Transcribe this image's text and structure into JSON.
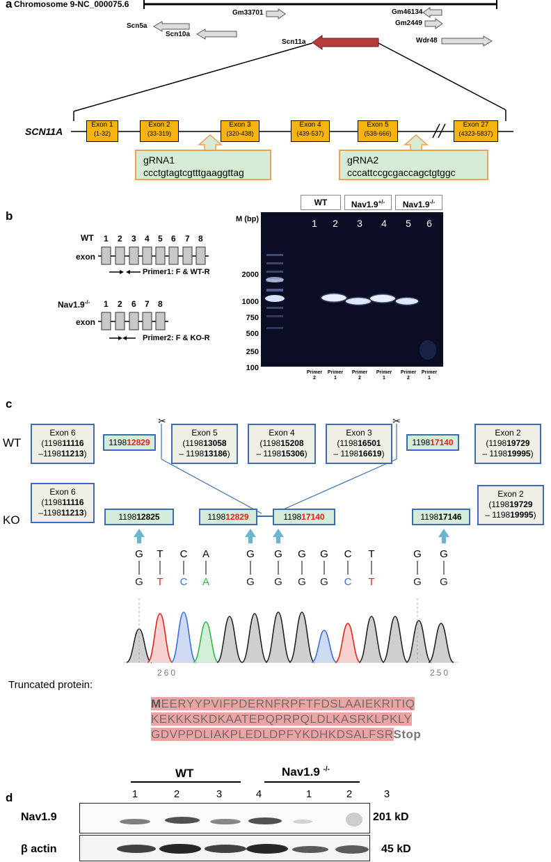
{
  "panel_a": {
    "letter": "a",
    "chromosome": "Chromosome 9-NC_000075.6",
    "genes": {
      "gm33701": "Gm33701",
      "gm46134": "Gm46134",
      "gm2449": "Gm2449",
      "scn5a": "Scn5a",
      "scn10a": "Scn10a",
      "scn11a": "Scn11a",
      "wdr48": "Wdr48"
    },
    "gene_name": "SCN11A",
    "exons": [
      {
        "name": "Exon 1",
        "range": "(1-32)"
      },
      {
        "name": "Exon 2",
        "range": "(33-319)"
      },
      {
        "name": "Exon 3",
        "range": "(320-438)"
      },
      {
        "name": "Exon 4",
        "range": "(439-537)"
      },
      {
        "name": "Exon 5",
        "range": "(538-666)"
      },
      {
        "name": "Exon 27",
        "range": "(4323-5837)"
      }
    ],
    "grna1": {
      "name": "gRNA1",
      "seq": "ccctgtagtcgtttgaaggttag"
    },
    "grna2": {
      "name": "gRNA2",
      "seq": "cccattccgcgaccagctgtggc"
    }
  },
  "panel_b": {
    "letter": "b",
    "wt_label": "WT",
    "ko_label": "Nav1.9",
    "ko_sup": "-/-",
    "exon_label": "exon",
    "wt_exons": [
      "1",
      "2",
      "3",
      "4",
      "5",
      "6",
      "7",
      "8"
    ],
    "ko_exons": [
      "1",
      "2",
      "6",
      "7",
      "8"
    ],
    "primer1": "Primer1: F & WT-R",
    "primer2": "Primer2: F & KO-R",
    "gel_headers": [
      {
        "text": "WT",
        "sup": ""
      },
      {
        "text": "Nav1.9",
        "sup": "+/-"
      },
      {
        "text": "Nav1.9",
        "sup": "-/-"
      }
    ],
    "marker_title": "M (bp)",
    "markers": [
      "2000",
      "1000",
      "750",
      "500",
      "250",
      "100"
    ],
    "lanes": [
      "1",
      "2",
      "3",
      "4",
      "5",
      "6"
    ],
    "primers": [
      "Primer\n2",
      "Primer\n1",
      "Primer\n2",
      "Primer\n1",
      "Primer\n2",
      "Primer\n1"
    ]
  },
  "panel_c": {
    "letter": "c",
    "wt": "WT",
    "ko": "KO",
    "wt_boxes": [
      {
        "title": "Exon 6",
        "l1a": "(1198",
        "l1b": "11116",
        "l2a": "–1198",
        "l2b": "11213",
        "l2c": ")"
      },
      {
        "title": "Exon 5",
        "l1a": "(1198",
        "l1b": "13058",
        "l2a": "– 1198",
        "l2b": "13186",
        "l2c": ")"
      },
      {
        "title": "Exon 4",
        "l1a": "(1198",
        "l1b": "15208",
        "l2a": "– 1198",
        "l2b": "15306",
        "l2c": ")"
      },
      {
        "title": "Exon 3",
        "l1a": "(1198",
        "l1b": "16501",
        "l2a": "– 1198",
        "l2b": "16619",
        "l2c": ")"
      },
      {
        "title": "Exon 2",
        "l1a": "(1198",
        "l1b": "19729",
        "l2a": "– 1198",
        "l2b": "19995",
        "l2c": ")"
      }
    ],
    "wt_cut1": {
      "pre": "1198",
      "num": "12829"
    },
    "wt_cut2": {
      "pre": "1198",
      "num": "17140"
    },
    "ko_exon6": {
      "title": "Exon 6",
      "l1a": "(1198",
      "l1b": "11116",
      "l2a": "–1198",
      "l2b": "11213",
      "l2c": ")"
    },
    "ko_exon2": {
      "title": "Exon 2",
      "l1a": "(1198",
      "l1b": "19729",
      "l2a": "– 1198",
      "l2b": "19995",
      "l2c": ")"
    },
    "ko_g1": {
      "pre": "1198",
      "num": "12825"
    },
    "ko_g2": {
      "pre": "1198",
      "num": "12829"
    },
    "ko_g3": {
      "pre": "1198",
      "num": "17140"
    },
    "ko_g4": {
      "pre": "1198",
      "num": "17146"
    },
    "bases_top": [
      "G",
      "T",
      "C",
      "A",
      "G",
      "G",
      "G",
      "G",
      "C",
      "T",
      "G",
      "G"
    ],
    "bases_bottom": [
      "G",
      "T",
      "C",
      "A",
      "G",
      "G",
      "G",
      "G",
      "C",
      "T",
      "G",
      "G"
    ],
    "base_colors": [
      "#222",
      "#e2231a",
      "#3b6de0",
      "#2fb84a",
      "#222",
      "#222",
      "#222",
      "#222",
      "#3b6de0",
      "#e2231a",
      "#222",
      "#222"
    ],
    "trace_pos_left": "260",
    "trace_pos_right": "250",
    "truncated_label": "Truncated protein:",
    "protein_first": "M",
    "protein_line1": "EERYYPVIFPDERNFRPFTFDSLAAIEKRITIQ",
    "protein_line2": "KEKKKSKDKAATEPQPRPQLDLKASRKLPKLY",
    "protein_line3": "GDVPPDLIAKPLEDLDPFYKDHKDSALFSR",
    "stop": "Stop"
  },
  "panel_d": {
    "letter": "d",
    "wt": "WT",
    "ko": "Nav1.9",
    "ko_sup": "-/-",
    "wt_lanes": [
      "1",
      "2",
      "3",
      "4"
    ],
    "ko_lanes": [
      "1",
      "2",
      "3"
    ],
    "row1": "Nav1.9",
    "row2": "β actin",
    "size1": "201 kD",
    "size2": "45 kD"
  }
}
